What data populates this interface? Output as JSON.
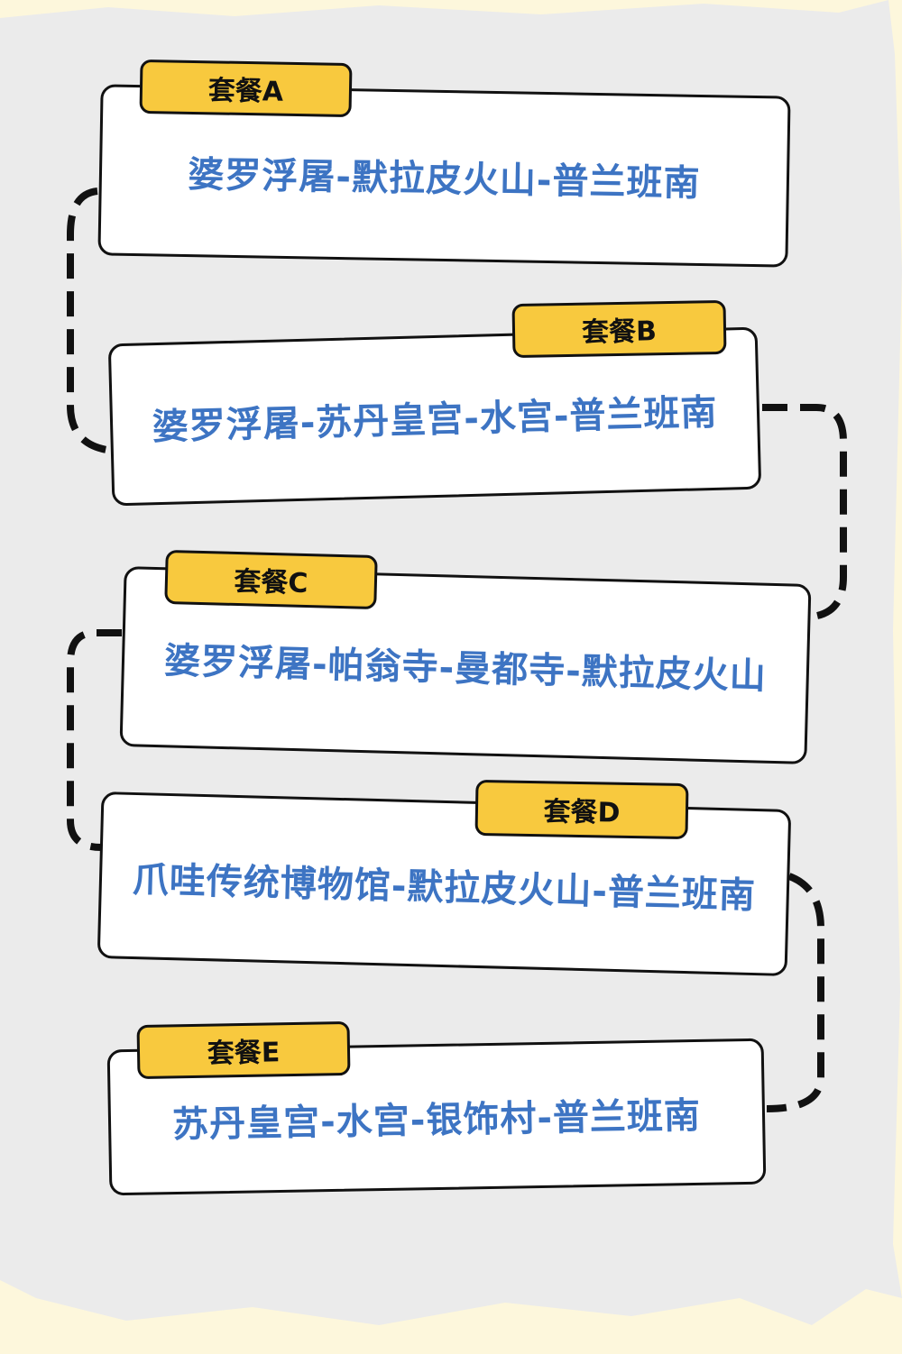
{
  "packages": [
    {
      "label": "套餐A",
      "route": "婆罗浮屠-默拉皮火山-普兰班南"
    },
    {
      "label": "套餐B",
      "route": "婆罗浮屠-苏丹皇宫-水宫-普兰班南"
    },
    {
      "label": "套餐C",
      "route": "婆罗浮屠-帕翁寺-曼都寺-默拉皮火山"
    },
    {
      "label": "套餐D",
      "route": "爪哇传统博物馆-默拉皮火山-普兰班南"
    },
    {
      "label": "套餐E",
      "route": "苏丹皇宫-水宫-银饰村-普兰班南"
    }
  ],
  "colors": {
    "background": "#fdf7dc",
    "paper": "#ebebeb",
    "label": "#f8c93e",
    "text": "#3d74c3"
  }
}
